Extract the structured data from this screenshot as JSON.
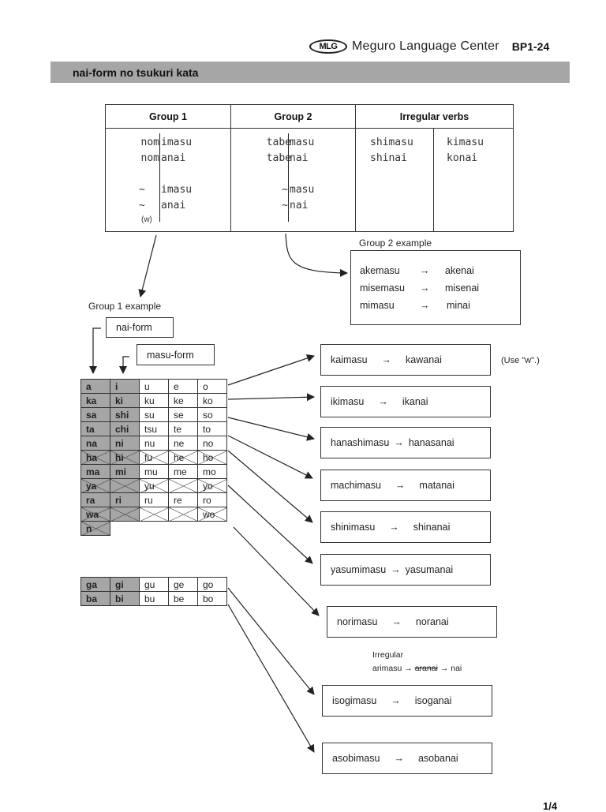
{
  "header": {
    "logo_text": "MLG",
    "organization": "Meguro Language Center",
    "doc_code": "BP1-24"
  },
  "title": "nai-form no tsukuri kata",
  "conjugation_table": {
    "headers": [
      "Group 1",
      "Group 2",
      "Irregular verbs"
    ],
    "group1": {
      "stem_left": [
        "nom",
        "nom"
      ],
      "stem_right": [
        "imasu",
        "anai"
      ],
      "pattern_left": [
        "~",
        "~"
      ],
      "pattern_right": [
        "imasu",
        "anai"
      ],
      "note": "(w)"
    },
    "group2": {
      "stem_left": [
        "tabe",
        "tabe"
      ],
      "stem_right": [
        "masu",
        "nai"
      ],
      "pattern_left": [
        "~",
        "~"
      ],
      "pattern_right": [
        "masu",
        "nai"
      ]
    },
    "irregular": [
      {
        "masu": "shimasu",
        "nai": "shinai"
      },
      {
        "masu": "kimasu",
        "nai": "konai"
      }
    ]
  },
  "group2_example": {
    "label": "Group 2 example",
    "arrow": "→",
    "rows": [
      {
        "masu": "akemasu",
        "nai": "akenai"
      },
      {
        "masu": "misemasu",
        "nai": "misenai"
      },
      {
        "masu": "mimasu",
        "nai": "minai"
      }
    ]
  },
  "group1_example": {
    "label": "Group 1 example",
    "nai_form_label": "nai-form",
    "masu_form_label": "masu-form"
  },
  "kana_grid": {
    "rows": [
      [
        {
          "t": "a",
          "g": 1
        },
        {
          "t": "i",
          "g": 1
        },
        {
          "t": "u"
        },
        {
          "t": "e"
        },
        {
          "t": "o"
        }
      ],
      [
        {
          "t": "ka",
          "g": 1
        },
        {
          "t": "ki",
          "g": 1
        },
        {
          "t": "ku"
        },
        {
          "t": "ke"
        },
        {
          "t": "ko"
        }
      ],
      [
        {
          "t": "sa",
          "g": 1
        },
        {
          "t": "shi",
          "g": 1
        },
        {
          "t": "su"
        },
        {
          "t": "se"
        },
        {
          "t": "so"
        }
      ],
      [
        {
          "t": "ta",
          "g": 1
        },
        {
          "t": "chi",
          "g": 1
        },
        {
          "t": "tsu"
        },
        {
          "t": "te"
        },
        {
          "t": "to"
        }
      ],
      [
        {
          "t": "na",
          "g": 1
        },
        {
          "t": "ni",
          "g": 1
        },
        {
          "t": "nu"
        },
        {
          "t": "ne"
        },
        {
          "t": "no"
        }
      ],
      [
        {
          "t": "ha",
          "g": 1,
          "x": 1
        },
        {
          "t": "hi",
          "g": 1,
          "x": 1
        },
        {
          "t": "fu",
          "x": 1
        },
        {
          "t": "he",
          "x": 1
        },
        {
          "t": "ho",
          "x": 1
        }
      ],
      [
        {
          "t": "ma",
          "g": 1
        },
        {
          "t": "mi",
          "g": 1
        },
        {
          "t": "mu"
        },
        {
          "t": "me"
        },
        {
          "t": "mo"
        }
      ],
      [
        {
          "t": "ya",
          "g": 1,
          "x": 1
        },
        {
          "t": "",
          "g": 1,
          "x": 1
        },
        {
          "t": "yu",
          "x": 1
        },
        {
          "t": "",
          "x": 1
        },
        {
          "t": "yo",
          "x": 1
        }
      ],
      [
        {
          "t": "ra",
          "g": 1
        },
        {
          "t": "ri",
          "g": 1
        },
        {
          "t": "ru"
        },
        {
          "t": "re"
        },
        {
          "t": "ro"
        }
      ],
      [
        {
          "t": "wa",
          "g": 1,
          "x": 1
        },
        {
          "t": "",
          "g": 1,
          "x": 1
        },
        {
          "t": "",
          "x": 1
        },
        {
          "t": "",
          "x": 1
        },
        {
          "t": "wo",
          "x": 1
        }
      ],
      [
        {
          "t": "n",
          "g": 1,
          "x": 1
        }
      ]
    ],
    "voiced_rows": [
      [
        {
          "t": "ga",
          "g": 1
        },
        {
          "t": "gi",
          "g": 1
        },
        {
          "t": "gu"
        },
        {
          "t": "ge"
        },
        {
          "t": "go"
        }
      ],
      [
        {
          "t": "ba",
          "g": 1
        },
        {
          "t": "bi",
          "g": 1
        },
        {
          "t": "bu"
        },
        {
          "t": "be"
        },
        {
          "t": "bo"
        }
      ]
    ]
  },
  "group1_conversions": {
    "arrow": "→",
    "items": [
      {
        "masu": "kaimasu",
        "nai": "kawanai",
        "note": "(Use \"w\".)"
      },
      {
        "masu": "ikimasu",
        "nai": "ikanai"
      },
      {
        "masu": "hanashimasu",
        "nai": "hanasanai"
      },
      {
        "masu": "machimasu",
        "nai": "matanai"
      },
      {
        "masu": "shinimasu",
        "nai": "shinanai"
      },
      {
        "masu": "yasumimasu",
        "nai": "yasumanai"
      },
      {
        "masu": "norimasu",
        "nai": "noranai"
      },
      {
        "masu": "isogimasu",
        "nai": "isoganai"
      },
      {
        "masu": "asobimasu",
        "nai": "asobanai"
      }
    ]
  },
  "irregular_note": {
    "label": "Irregular",
    "masu": "arimasu",
    "struck": "aranai",
    "result": "nai",
    "arrow": "→"
  },
  "page_number": "1/4"
}
